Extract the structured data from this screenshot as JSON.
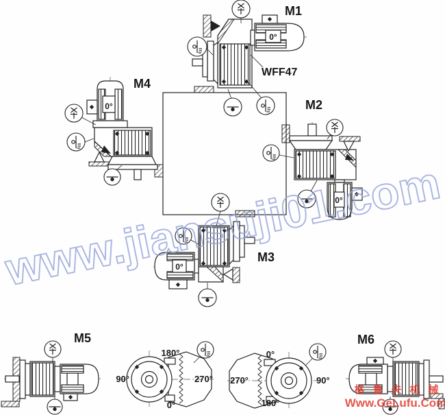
{
  "diagram": {
    "units": {
      "m1": {
        "label": "M1",
        "angle": "0°",
        "model": "WFF47"
      },
      "m2": {
        "label": "M2",
        "angle": "0°"
      },
      "m3": {
        "label": "M3",
        "angle": "0°"
      },
      "m4": {
        "label": "M4",
        "angle": "0°"
      },
      "m5": {
        "label": "M5"
      },
      "m6": {
        "label": "M6"
      }
    },
    "flange_views": {
      "left": {
        "top": "180°",
        "left": "90°",
        "right": "270°",
        "bottom": "0°"
      },
      "right": {
        "top": "0°",
        "left": "270°",
        "right": "90°",
        "bottom": "180°"
      }
    },
    "symbols": {
      "breather": "breather-valve-icon",
      "oil_level": "oil-level-plug-icon",
      "drain": "oil-drain-plug-icon"
    }
  },
  "watermarks": {
    "diagonal": {
      "text": "www.jiansuji01.com",
      "color": "#96a3da"
    },
    "corner": {
      "line1": "格鲁夫机械",
      "line2": "Www.GeLufu.Com",
      "color": "#e0392e"
    }
  },
  "colors": {
    "background": "#ffffff",
    "line": "#222222"
  }
}
